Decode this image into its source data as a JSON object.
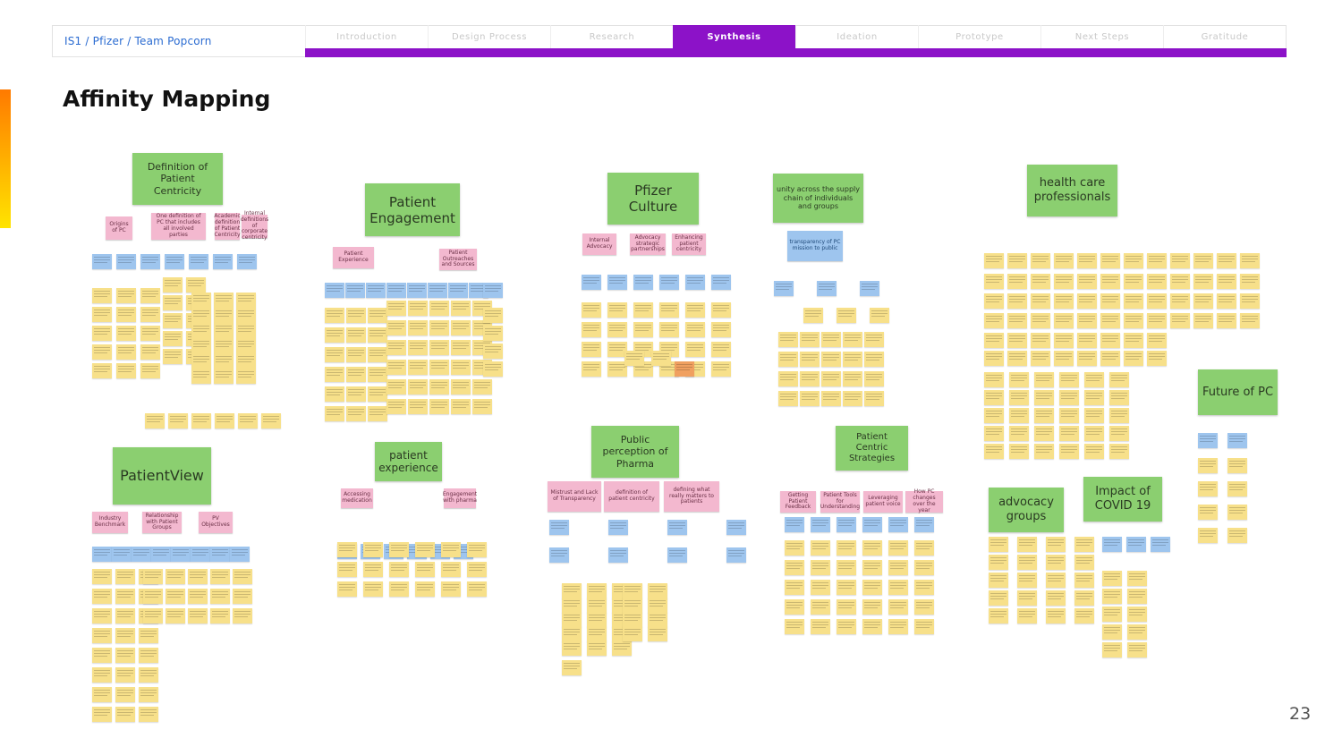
{
  "header": {
    "breadcrumb": "IS1 / Pfizer / Team Popcorn",
    "nav_tabs": [
      {
        "label": "Introduction",
        "active": false
      },
      {
        "label": "Design Process",
        "active": false
      },
      {
        "label": "Research",
        "active": false
      },
      {
        "label": "Synthesis",
        "active": true
      },
      {
        "label": "Ideation",
        "active": false
      },
      {
        "label": "Prototype",
        "active": false
      },
      {
        "label": "Next Steps",
        "active": false
      },
      {
        "label": "Gratitude",
        "active": false
      }
    ]
  },
  "page": {
    "title": "Affinity Mapping",
    "number": "23"
  },
  "colors": {
    "accent": "#8c12c8",
    "cluster_green": "#8bcf70",
    "label_pink": "#f3b8cf",
    "note_yellow": "#f7e08a",
    "note_blue": "#9ec5ee",
    "note_orange": "#f0a060"
  },
  "board": {
    "clusters": [
      "Definition of Patient Centricity",
      "Patient Engagement",
      "Pfizer Culture",
      "unity across the supply chain of individuals and groups",
      "health care professionals",
      "Future of PC",
      "PatientView",
      "patient experience",
      "Public perception of Pharma",
      "Patient Centric Strategies",
      "advocacy groups",
      "Impact of COVID 19"
    ],
    "labels": [
      "Origins of PC",
      "One definition of PC that includes all involved parties",
      "Academic definition of Patient Centricity",
      "Internal definitions of corporate centricity",
      "Patient Experience",
      "Patient Outreaches and Sources",
      "Internal Advocacy",
      "Advocacy strategic partnerships",
      "Enhancing patient centricity",
      "transparency of PC mission to public",
      "Industry Benchmark",
      "Relationship with Patient Groups",
      "PV Objectives",
      "Accessing medication",
      "Engagement with pharma",
      "Mistrust and Lack of Transparency",
      "definition of patient centricity",
      "defining what really matters to patients",
      "Getting Patient Feedback",
      "Patient Tools for Understanding",
      "Leveraging patient voice",
      "How PC changes over the year"
    ]
  }
}
